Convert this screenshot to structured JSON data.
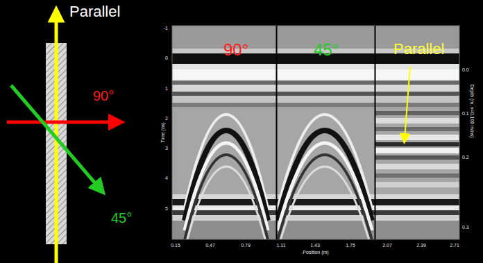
{
  "diagram": {
    "labels": [
      "Parallel",
      "90°",
      "45°",
      "90°",
      "45°",
      "Parallel",
      "Time (ns)",
      "-1",
      "0",
      "1",
      "2",
      "3",
      "4",
      "5",
      "Position (m)",
      "0.15",
      "0.47",
      "0.79",
      "1.11",
      "1.43",
      "1.75",
      "2.07",
      "2.39",
      "2.71",
      "Depth (m, v=0.100 m/ns)",
      "0.0",
      "0.1",
      "0.2",
      "0.3"
    ]
  }
}
